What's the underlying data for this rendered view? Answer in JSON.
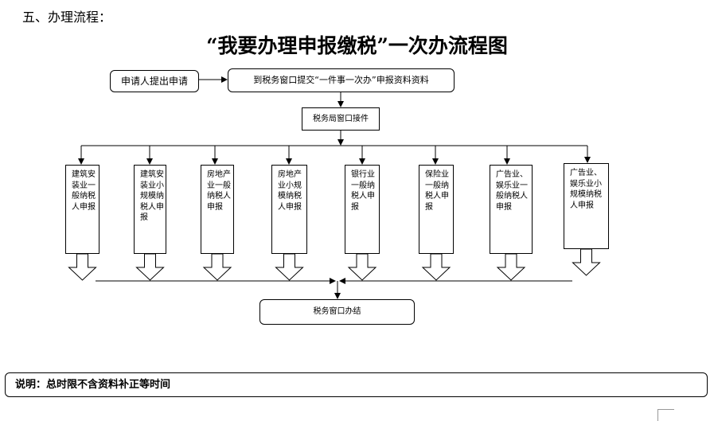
{
  "section_heading": "五、办理流程：",
  "title": "“我要办理申报缴税”一次办流程图",
  "nodes": {
    "apply": "申请人提出申请",
    "submit": "到税务窗口提交“一件事一次办”申报资料资料",
    "accept": "税务局窗口接件",
    "finish": "税务窗口办结"
  },
  "categories": [
    "建筑安装业一般纳税人申报",
    "建筑安装业小规模纳税人申报",
    "房地产业一般纳税人申报",
    "房地产业小规模纳税人申报",
    "银行业一般纳税人申报",
    "保险业一般纳税人申报",
    "广告业、娱乐业一般纳税人申报",
    "广告业、娱乐业小规模纳税人申报"
  ],
  "note": "说明：总时限不含资料补正等时间"
}
